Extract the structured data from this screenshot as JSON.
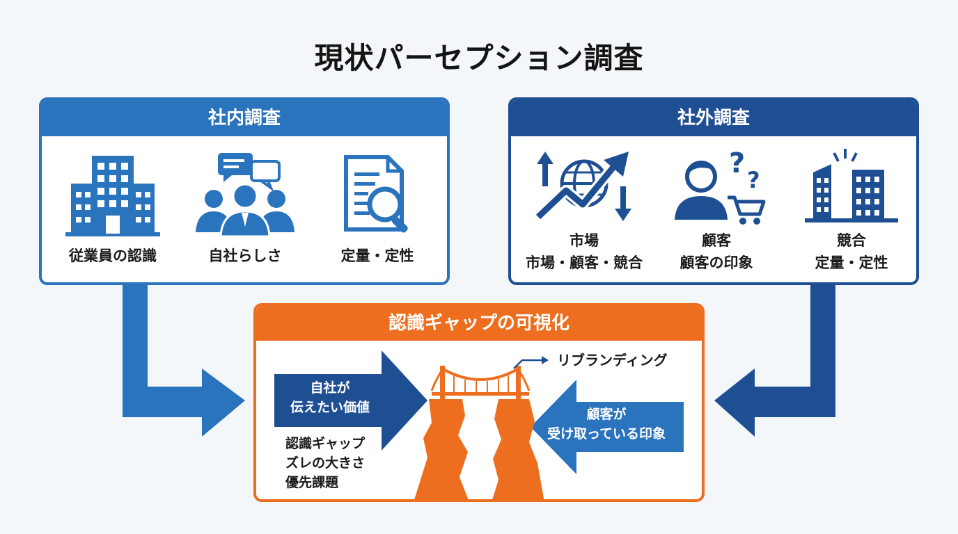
{
  "title": "現状パーセプション調査",
  "internal": {
    "heading": "社内調査",
    "items": [
      {
        "label": "従業員の認識",
        "icon": "office-building-icon"
      },
      {
        "label": "自社らしさ",
        "icon": "team-discussion-icon"
      },
      {
        "label": "定量・定性",
        "icon": "document-magnifier-icon"
      }
    ]
  },
  "external": {
    "heading": "社外調査",
    "items": [
      {
        "line1": "市場",
        "line2": "市場・顧客・競合",
        "icon": "market-globe-trend-icon"
      },
      {
        "line1": "顧客",
        "line2": "顧客の印象",
        "icon": "customer-question-cart-icon"
      },
      {
        "line1": "競合",
        "line2": "定量・定性",
        "icon": "competitor-buildings-icon"
      }
    ]
  },
  "gap": {
    "heading": "認識ギャップの可視化",
    "left_box": {
      "line1": "自社が",
      "line2": "伝えたい価値"
    },
    "right_box": {
      "line1": "顧客が",
      "line2": "受け取っている印象"
    },
    "rebranding": "リブランディング",
    "notes": [
      "認識ギャップ",
      "ズレの大きさ",
      "優先課題"
    ]
  },
  "colors": {
    "internal": "#2a73bd",
    "external": "#1f4f93",
    "gap": "#ee6e1f",
    "text": "#141414"
  }
}
